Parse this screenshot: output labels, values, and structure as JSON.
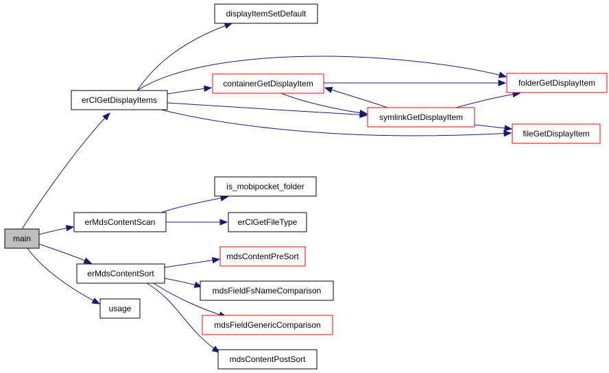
{
  "colors": {
    "edge": "#191970",
    "root_fill": "#bfbfbf",
    "default_border": "#000000",
    "external_border": "#ff0000",
    "background": "#ffffff"
  },
  "nodes": [
    {
      "id": "main",
      "label": "main",
      "style": "root"
    },
    {
      "id": "erClGetDisplayItems",
      "label": "erClGetDisplayItems",
      "style": "default"
    },
    {
      "id": "erMdsContentScan",
      "label": "erMdsContentScan",
      "style": "default"
    },
    {
      "id": "erMdsContentSort",
      "label": "erMdsContentSort",
      "style": "default"
    },
    {
      "id": "usage",
      "label": "usage",
      "style": "default"
    },
    {
      "id": "displayItemSetDefault",
      "label": "displayItemSetDefault",
      "style": "default"
    },
    {
      "id": "containerGetDisplayItem",
      "label": "containerGetDisplayItem",
      "style": "external"
    },
    {
      "id": "symlinkGetDisplayItem",
      "label": "symlinkGetDisplayItem",
      "style": "external"
    },
    {
      "id": "folderGetDisplayItem",
      "label": "folderGetDisplayItem",
      "style": "external"
    },
    {
      "id": "fileGetDisplayItem",
      "label": "fileGetDisplayItem",
      "style": "external"
    },
    {
      "id": "is_mobipocket_folder",
      "label": "is_mobipocket_folder",
      "style": "default"
    },
    {
      "id": "erClGetFileType",
      "label": "erClGetFileType",
      "style": "default"
    },
    {
      "id": "mdsContentPreSort",
      "label": "mdsContentPreSort",
      "style": "external"
    },
    {
      "id": "mdsFieldFsNameComparison",
      "label": "mdsFieldFsNameComparison",
      "style": "default"
    },
    {
      "id": "mdsFieldGenericComparison",
      "label": "mdsFieldGenericComparison",
      "style": "external"
    },
    {
      "id": "mdsContentPostSort",
      "label": "mdsContentPostSort",
      "style": "default"
    }
  ],
  "edges": [
    {
      "from": "main",
      "to": "erClGetDisplayItems"
    },
    {
      "from": "main",
      "to": "erMdsContentScan"
    },
    {
      "from": "main",
      "to": "erMdsContentSort"
    },
    {
      "from": "main",
      "to": "usage"
    },
    {
      "from": "erClGetDisplayItems",
      "to": "displayItemSetDefault"
    },
    {
      "from": "erClGetDisplayItems",
      "to": "containerGetDisplayItem"
    },
    {
      "from": "erClGetDisplayItems",
      "to": "folderGetDisplayItem"
    },
    {
      "from": "erClGetDisplayItems",
      "to": "symlinkGetDisplayItem"
    },
    {
      "from": "erClGetDisplayItems",
      "to": "fileGetDisplayItem"
    },
    {
      "from": "containerGetDisplayItem",
      "to": "folderGetDisplayItem"
    },
    {
      "from": "containerGetDisplayItem",
      "to": "symlinkGetDisplayItem"
    },
    {
      "from": "symlinkGetDisplayItem",
      "to": "containerGetDisplayItem"
    },
    {
      "from": "symlinkGetDisplayItem",
      "to": "folderGetDisplayItem"
    },
    {
      "from": "symlinkGetDisplayItem",
      "to": "fileGetDisplayItem"
    },
    {
      "from": "erMdsContentScan",
      "to": "is_mobipocket_folder"
    },
    {
      "from": "erMdsContentScan",
      "to": "erClGetFileType"
    },
    {
      "from": "erMdsContentSort",
      "to": "mdsContentPreSort"
    },
    {
      "from": "erMdsContentSort",
      "to": "mdsFieldFsNameComparison"
    },
    {
      "from": "erMdsContentSort",
      "to": "mdsFieldGenericComparison"
    },
    {
      "from": "erMdsContentSort",
      "to": "mdsContentPostSort"
    }
  ]
}
